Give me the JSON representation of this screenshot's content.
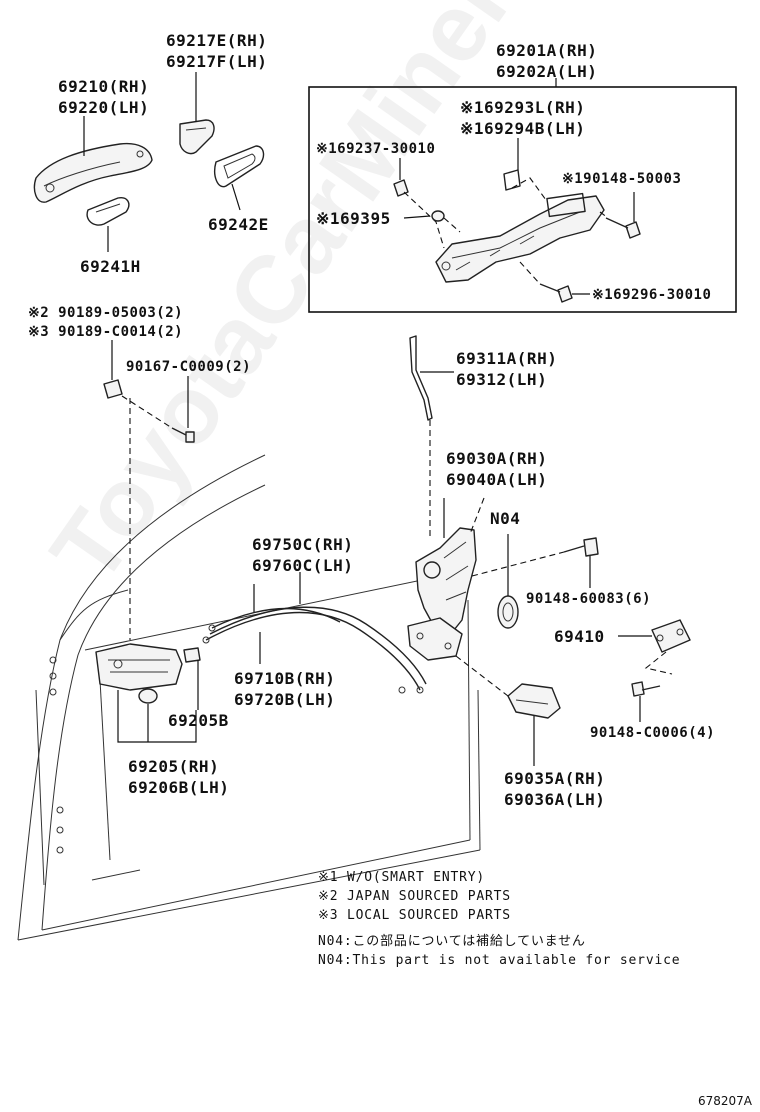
{
  "labels": {
    "handle_outer": [
      "69210(RH)",
      "69220(LH)"
    ],
    "cover": [
      "69217E(RH)",
      "69217F(LH)"
    ],
    "cover_pad": "69242E",
    "handle_pad": "69241H",
    "frame_assy": [
      "69201A(RH)",
      "69202A(LH)"
    ],
    "frame_sub": [
      "※169293L(RH)",
      "※169294B(LH)"
    ],
    "bolt_frame": "※169237-30010",
    "screw_frame": "※190148-50003",
    "plug": "※169395",
    "bolt_bottom": "※169296-30010",
    "nut_a": "※2 90189-05003(2)",
    "nut_b": "※3 90189-C0014(2)",
    "screw_left": "90167-C0009(2)",
    "rod": [
      "69311A(RH)",
      "69312(LH)"
    ],
    "lock": [
      "69030A(RH)",
      "69040A(LH)"
    ],
    "n04": "N04",
    "cable_a": [
      "69750C(RH)",
      "69760C(LH)"
    ],
    "screw_lock": "90148-60083(6)",
    "striker": "69410",
    "cable_b": [
      "69710B(RH)",
      "69720B(LH)"
    ],
    "cover_small": "69205B",
    "handle_inner": [
      "69205(RH)",
      "69206B(LH)"
    ],
    "screw_striker": "90148-C0006(4)",
    "lock_cover": [
      "69035A(RH)",
      "69036A(LH)"
    ]
  },
  "notes": [
    "※1 W/O(SMART ENTRY)",
    "※2 JAPAN SOURCED PARTS",
    "※3 LOCAL SOURCED PARTS",
    "N04:この部品については補給していません",
    "N04:This part is not available for service"
  ],
  "diagram_code": "678207A",
  "watermark": "ToyotaCarMiner.ru"
}
